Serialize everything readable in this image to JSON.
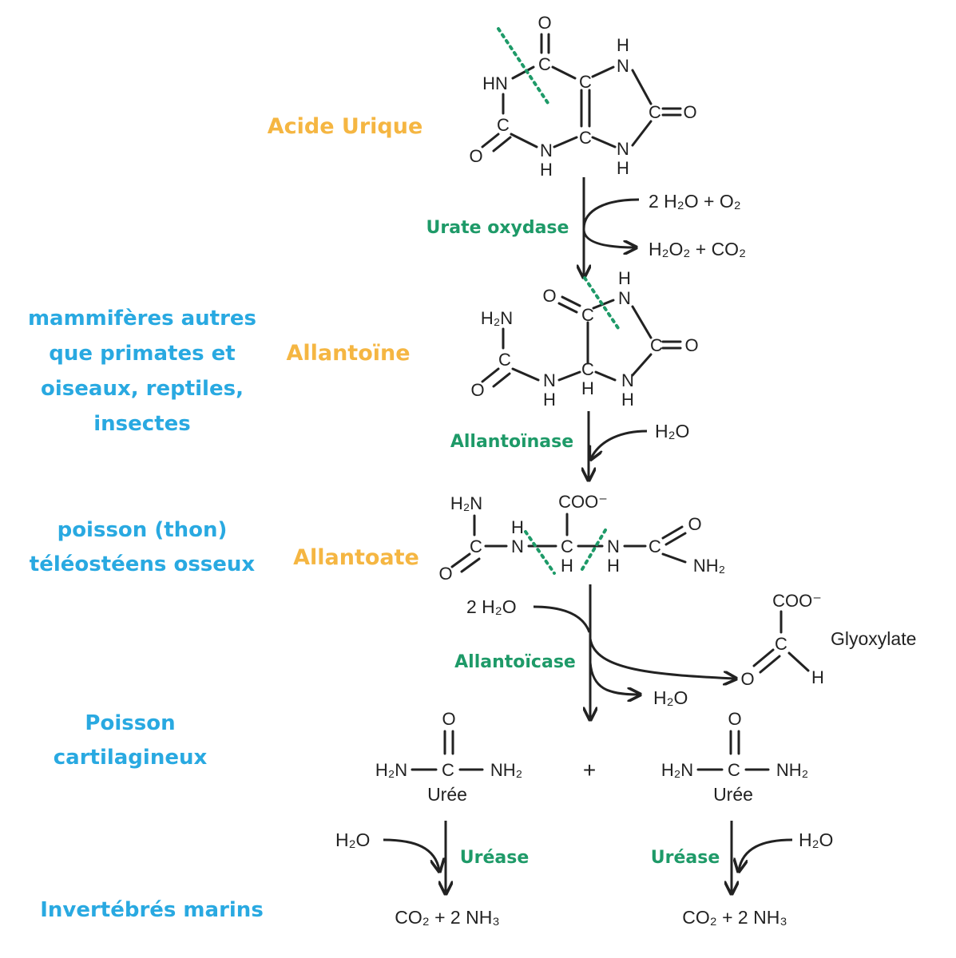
{
  "species": {
    "mammals_line1": "mammifères autres",
    "mammals_line2": "que primates et",
    "mammals_line3": "oiseaux, reptiles,",
    "mammals_line4": "insectes",
    "fish_line1": "poisson (thon)",
    "fish_line2": "téléostéens osseux",
    "cart_line1": "Poisson",
    "cart_line2": "cartilagineux",
    "invert": "Invertébrés marins"
  },
  "molecules": {
    "uric_acid": "Acide Urique",
    "allantoin": "Allantoïne",
    "allantoate": "Allantoate",
    "glyoxylate": "Glyoxylate",
    "urea": "Urée"
  },
  "enzymes": {
    "urate_oxidase": "Urate oxydase",
    "allantoinase": "Allantoïnase",
    "allantoicase": "Allantoïcase",
    "urease": "Uréase"
  },
  "reagents": {
    "r1_in": "2 H₂O + O₂",
    "r1_out": "H₂O₂ + CO₂",
    "water": "H₂O",
    "two_water": "2 H₂O",
    "products": "CO₂ + 2 NH₃",
    "plus": "+"
  },
  "atoms": {
    "C": "C",
    "O": "O",
    "H": "H",
    "N": "N",
    "HN": "HN",
    "H2N": "H₂N",
    "NH2": "NH₂",
    "COO": "COO⁻"
  },
  "colors": {
    "species": "#29a9e1",
    "molecule": "#f5b642",
    "enzyme": "#1e9a68",
    "ink": "#222222"
  }
}
